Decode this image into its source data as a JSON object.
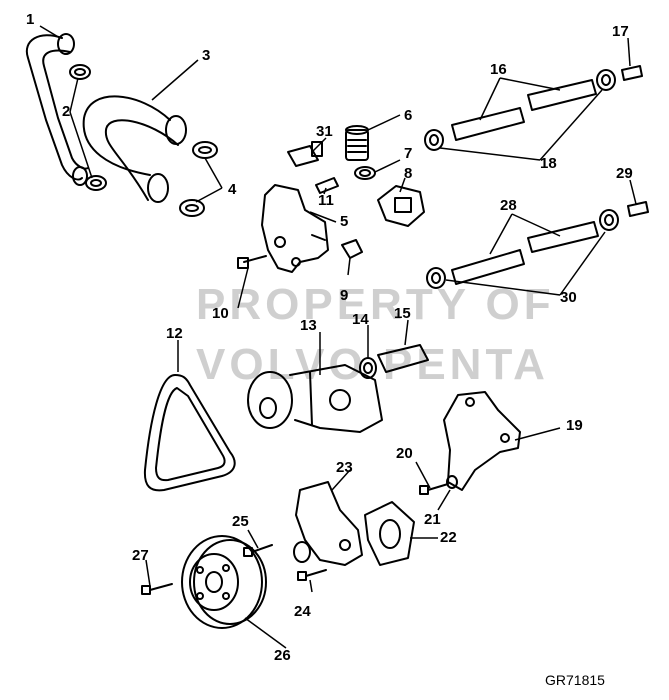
{
  "diagram": {
    "reference_code": "GR71815",
    "watermark_line1": "PROPERTY OF",
    "watermark_line2": "VOLVO PENTA",
    "callouts": {
      "c1": "1",
      "c2": "2",
      "c3": "3",
      "c4": "4",
      "c5": "5",
      "c6": "6",
      "c7": "7",
      "c8": "8",
      "c9": "9",
      "c10": "10",
      "c11": "11",
      "c12": "12",
      "c13": "13",
      "c14": "14",
      "c15": "15",
      "c16": "16",
      "c17": "17",
      "c18": "18",
      "c19": "19",
      "c20": "20",
      "c21": "21",
      "c22": "22",
      "c23": "23",
      "c24": "24",
      "c25": "25",
      "c26": "26",
      "c27": "27",
      "c28": "28",
      "c29": "29",
      "c30": "30",
      "c31": "31"
    },
    "colors": {
      "line": "#000000",
      "watermark": "#cfcfcf",
      "background": "#ffffff"
    }
  }
}
